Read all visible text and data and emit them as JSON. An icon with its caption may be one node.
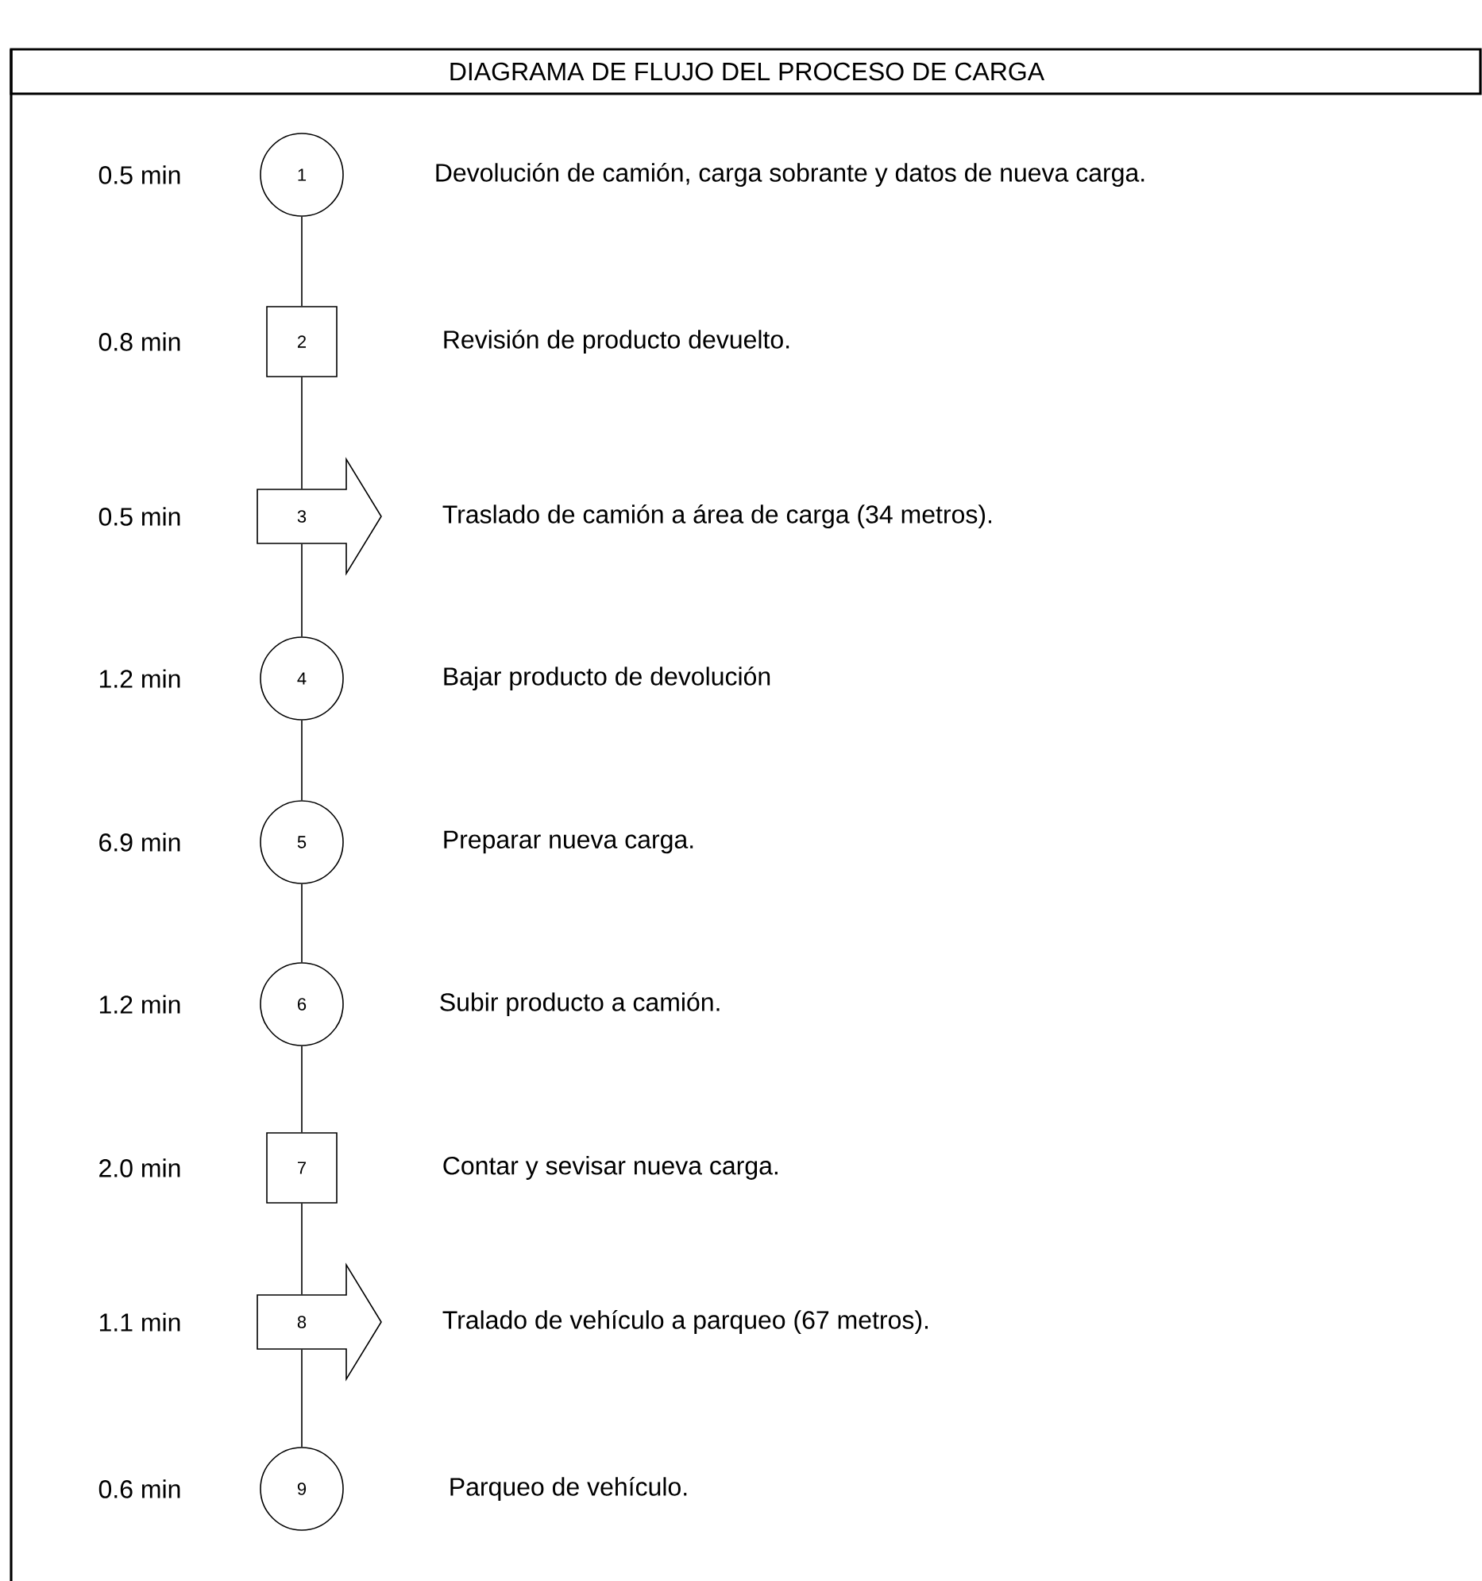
{
  "diagram": {
    "title": "DIAGRAMA DE FLUJO DEL PROCESO DE CARGA",
    "nodes": [
      {
        "text": [
          "1"
        ],
        "beside": [
          "0.5 min"
        ]
      },
      {
        "text": [
          "2"
        ],
        "beside": [
          "0.8 min"
        ]
      },
      {
        "text": [
          "3"
        ],
        "beside": [
          "0.5 min"
        ]
      },
      {
        "text": [
          "4"
        ],
        "beside": [
          "1.2 min"
        ]
      },
      {
        "text": [
          "5"
        ],
        "beside": [
          "6.9 min"
        ]
      },
      {
        "text": [
          "6"
        ],
        "beside": [
          "1.2 min"
        ]
      },
      {
        "text": [
          "7"
        ],
        "beside": [
          "2.0 min"
        ]
      },
      {
        "text": [
          "8"
        ],
        "beside": [
          "1.1 min"
        ]
      },
      {
        "text": [
          "9"
        ],
        "beside": [
          "0.6 min"
        ]
      }
    ],
    "edges": [
      {
        "from": 0,
        "to": 1,
        "arrow": "none"
      },
      {
        "from": 1,
        "to": 2,
        "arrow": "none"
      },
      {
        "from": 2,
        "to": 3,
        "arrow": "none"
      },
      {
        "from": 3,
        "to": 4,
        "arrow": "none"
      },
      {
        "from": 4,
        "to": 5,
        "arrow": "none"
      },
      {
        "from": 5,
        "to": 6,
        "arrow": "none"
      },
      {
        "from": 6,
        "to": 7,
        "arrow": "none"
      },
      {
        "from": 7,
        "to": 8,
        "arrow": "none"
      }
    ],
    "labels": [
      "Devolución de camión, carga sobrante y datos de nueva carga.",
      "Revisión de producto devuelto.",
      "Traslado de camión a área de carga (34 metros).",
      "Bajar producto de devolución",
      "Preparar nueva carga.",
      "Subir producto a camión.",
      "Contar y sevisar nueva carga.",
      "Tralado de vehículo a parqueo (67 metros).",
      "Parqueo de vehículo."
    ]
  }
}
